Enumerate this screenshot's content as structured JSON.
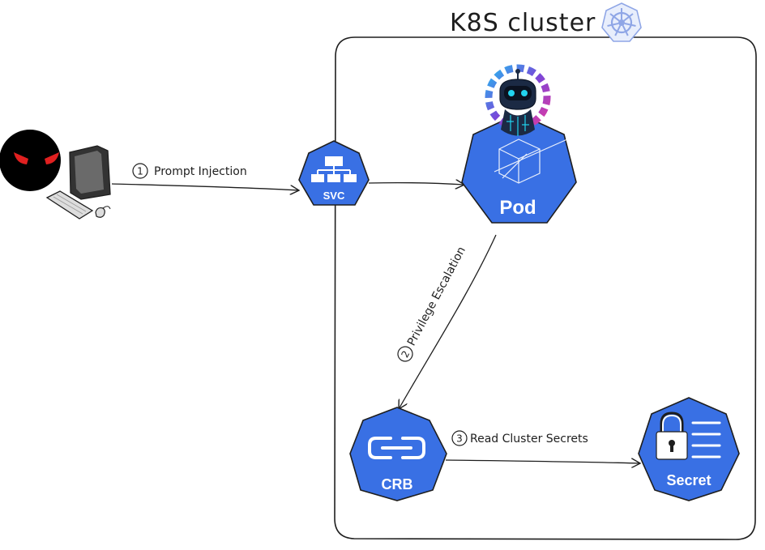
{
  "diagram": {
    "cluster": {
      "title": "K8S cluster",
      "icon": "kubernetes-helm-icon"
    },
    "attacker": {
      "icon": "attacker-face-icon",
      "device": "computer-icon"
    },
    "nodes": {
      "svc": {
        "label": "SVC",
        "icon": "network-hierarchy-icon",
        "color": "#3970e4"
      },
      "pod": {
        "label": "Pod",
        "icon": "ai-robot-icon",
        "color": "#3970e4"
      },
      "crb": {
        "label": "CRB",
        "icon": "link-icon",
        "color": "#3970e4"
      },
      "secret": {
        "label": "Secret",
        "icon": "lock-document-icon",
        "color": "#3970e4"
      }
    },
    "edges": {
      "prompt_injection": {
        "number": "1",
        "label": "Prompt Injection"
      },
      "privilege_escalation": {
        "number": "2",
        "label": "Privilege Escalation"
      },
      "read_secrets": {
        "number": "3",
        "label": "Read Cluster Secrets"
      }
    },
    "colors": {
      "node": "#3970e4",
      "stroke": "#1e1e1e",
      "attacker_eyes": "#e02020"
    }
  }
}
